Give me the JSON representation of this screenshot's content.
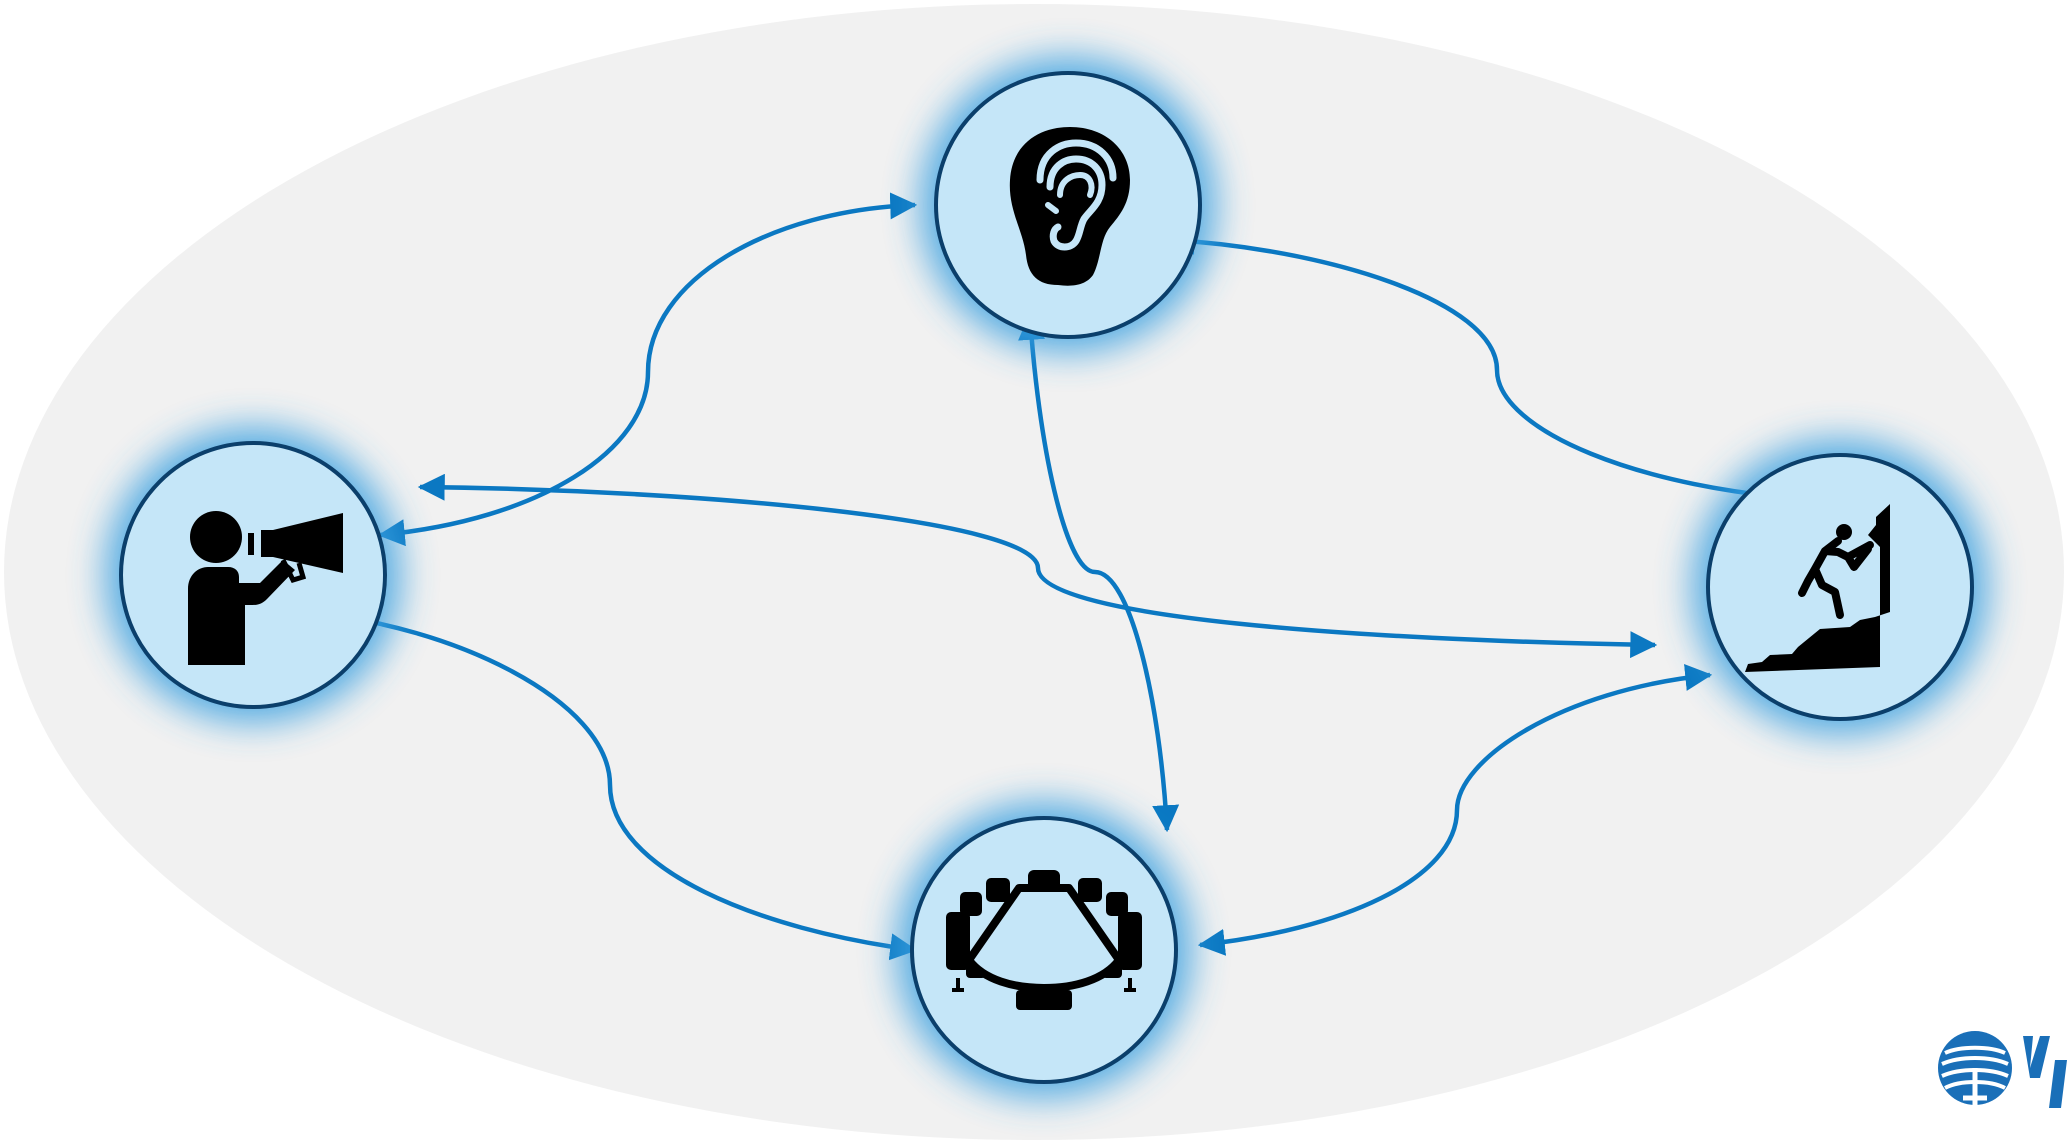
{
  "colors": {
    "background": "#ffffff",
    "ellipse_fill": "#f1f1f1",
    "node_fill": "#c5e6f8",
    "node_stroke": "#0b3f6b",
    "node_glow": "#3aa0e0",
    "arrow": "#0b78c2",
    "icon": "#000000",
    "logo": "#1a6fb8"
  },
  "nodes": [
    {
      "id": "speaker",
      "icon": "megaphone-speaker-icon"
    },
    {
      "id": "listen",
      "icon": "ear-icon"
    },
    {
      "id": "climb",
      "icon": "climber-icon"
    },
    {
      "id": "meeting",
      "icon": "conference-table-icon"
    }
  ],
  "connections": [
    {
      "from": "speaker",
      "to": "listen",
      "bidirectional": true
    },
    {
      "from": "listen",
      "to": "climb",
      "bidirectional": true
    },
    {
      "from": "speaker",
      "to": "climb",
      "bidirectional": true
    },
    {
      "from": "listen",
      "to": "meeting",
      "bidirectional": true
    },
    {
      "from": "speaker",
      "to": "meeting",
      "bidirectional": true
    },
    {
      "from": "climb",
      "to": "meeting",
      "bidirectional": true
    }
  ],
  "logo": {
    "icon": "tree-logo-icon"
  }
}
